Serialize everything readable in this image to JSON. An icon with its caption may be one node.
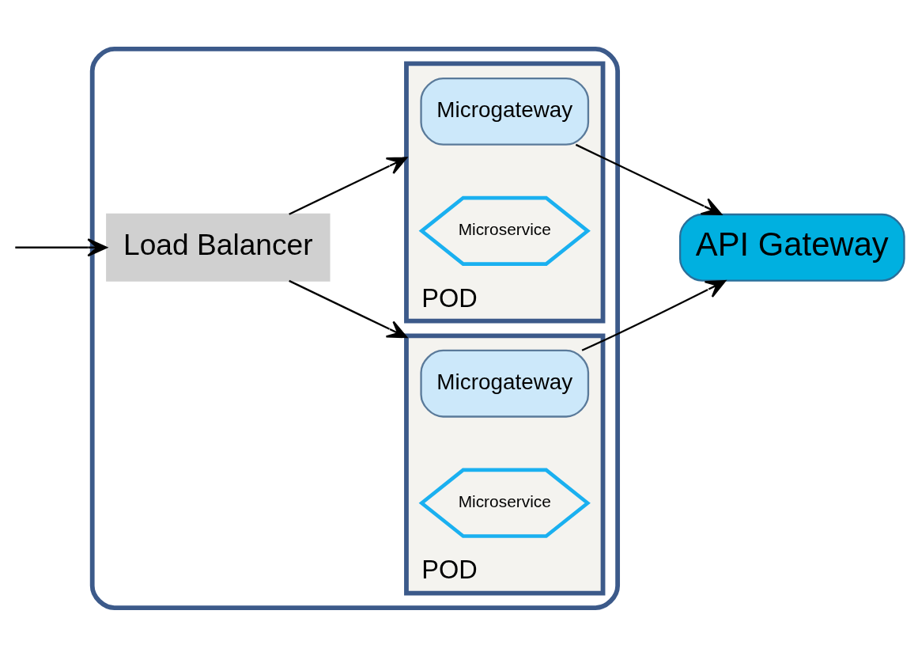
{
  "diagram": {
    "nodes": [
      {
        "text": [
          "API Gateway"
        ]
      },
      {
        "text": [],
        "shape": "box"
      },
      {
        "text": [
          "Load Balancer"
        ],
        "in": 1
      },
      {
        "text": [
          "POD"
        ],
        "in": 1
      },
      {
        "text": [
          "Microgateway"
        ],
        "in": 3
      },
      {
        "text": [
          "Microservice"
        ],
        "in": 3
      },
      {
        "text": [
          "POD"
        ],
        "in": 1
      },
      {
        "text": [
          "Microgateway"
        ],
        "in": 6
      },
      {
        "text": [
          "Microservice"
        ],
        "in": 6
      }
    ],
    "edges": [
      {
        "from": null,
        "to": 2,
        "arrow": "to"
      },
      {
        "from": 2,
        "to": 3,
        "arrow": "to"
      },
      {
        "from": 2,
        "to": 6,
        "arrow": "to"
      },
      {
        "from": 4,
        "to": 0,
        "arrow": "to"
      },
      {
        "from": 7,
        "to": 0,
        "arrow": "to"
      }
    ]
  }
}
